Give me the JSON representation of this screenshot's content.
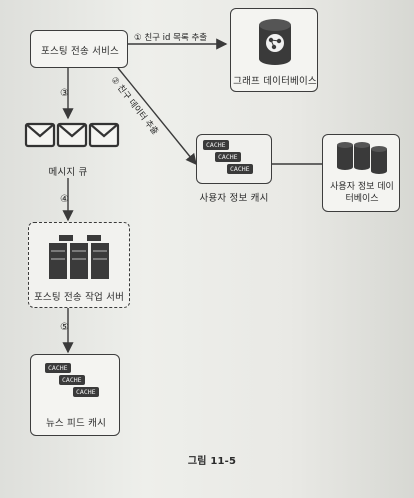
{
  "nodes": {
    "posting_service": "포스팅 전송 서비스",
    "graph_db": "그래프 데이터베이스",
    "message_queue": "메시지 큐",
    "user_cache": "사용자 정보 캐시",
    "user_db": "사용자 정보 데이터베이스",
    "worker_server": "포스팅 전송 작업 서버",
    "news_feed_cache": "뉴스 피드 캐시"
  },
  "cache_badge": "CACHE",
  "edges": {
    "e1": "① 친구 id 목록 추출",
    "e2": "② 친구 데이터 추출",
    "e3": "③",
    "e4": "④",
    "e5": "⑤"
  },
  "caption": "그림 11-5"
}
